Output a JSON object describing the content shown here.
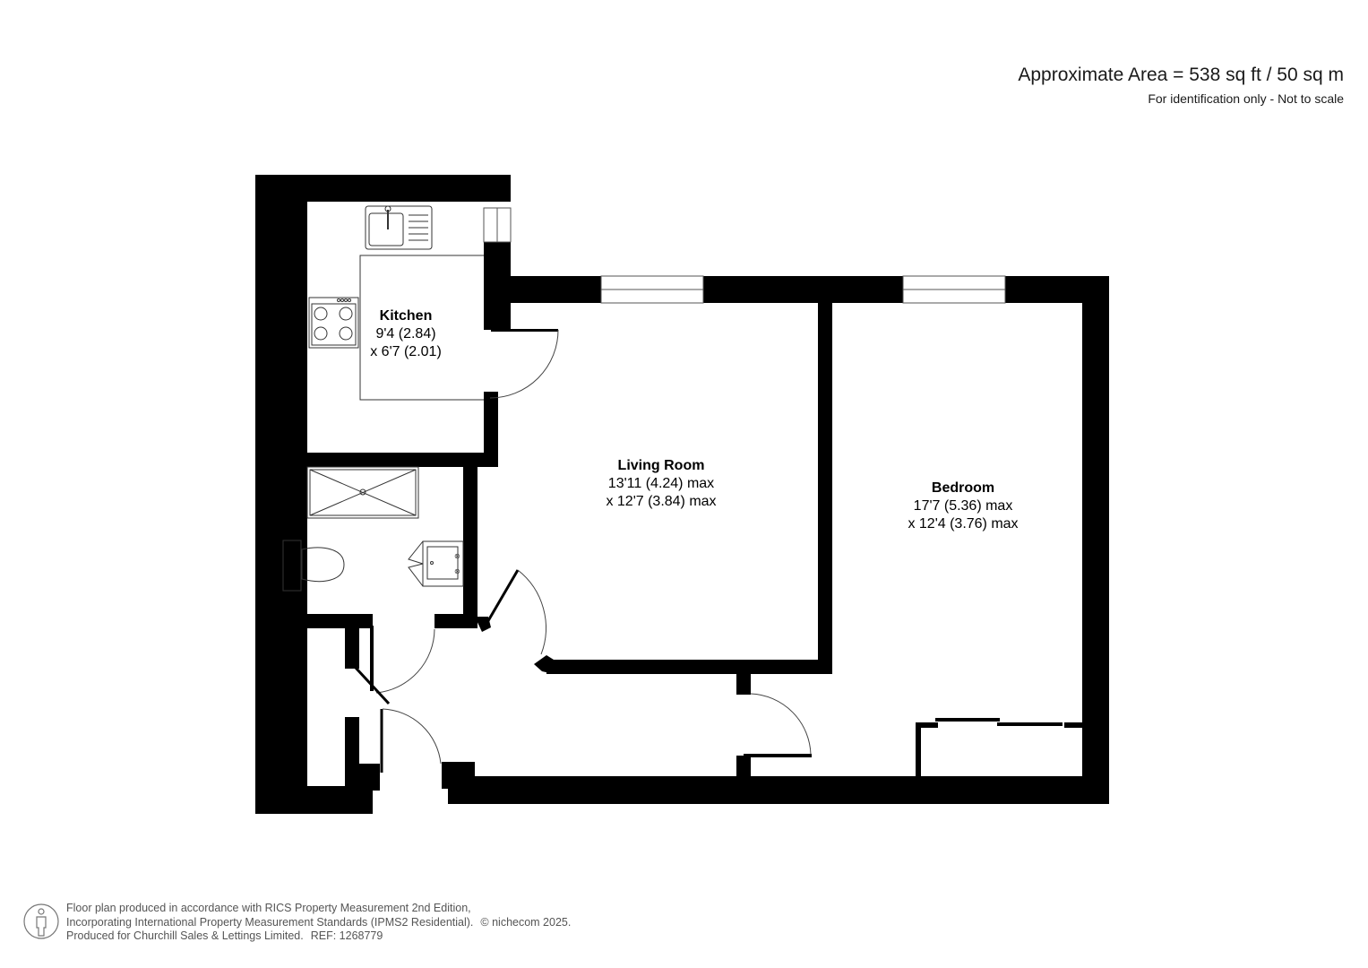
{
  "header": {
    "area": "Approximate Area = 538 sq ft / 50 sq m",
    "disclaimer": "For identification only - Not to scale"
  },
  "rooms": [
    {
      "name": "Kitchen",
      "dim1": "9'4 (2.84)",
      "dim2": "x 6'7 (2.01)"
    },
    {
      "name": "Living Room",
      "dim1": "13'11 (4.24) max",
      "dim2": "x 12'7 (3.84) max"
    },
    {
      "name": "Bedroom",
      "dim1": "17'7 (5.36) max",
      "dim2": "x 12'4 (3.76) max"
    }
  ],
  "fixtures": [
    "sink-icon",
    "hob-icon",
    "shower-tray-icon",
    "toilet-icon",
    "washbasin-icon",
    "wardrobe-icon"
  ],
  "footer": {
    "line1": "Floor plan produced in accordance with RICS Property Measurement 2nd Edition,",
    "line2": "Incorporating International Property Measurement Standards (IPMS2 Residential).",
    "copyright": "© nichecom 2025.",
    "line3": "Produced for Churchill Sales & Lettings Limited.",
    "ref": "REF: 1268779",
    "icon": "person-icon"
  },
  "colors": {
    "wall": "#000000",
    "background": "#ffffff",
    "fixture_line": "#333333"
  }
}
